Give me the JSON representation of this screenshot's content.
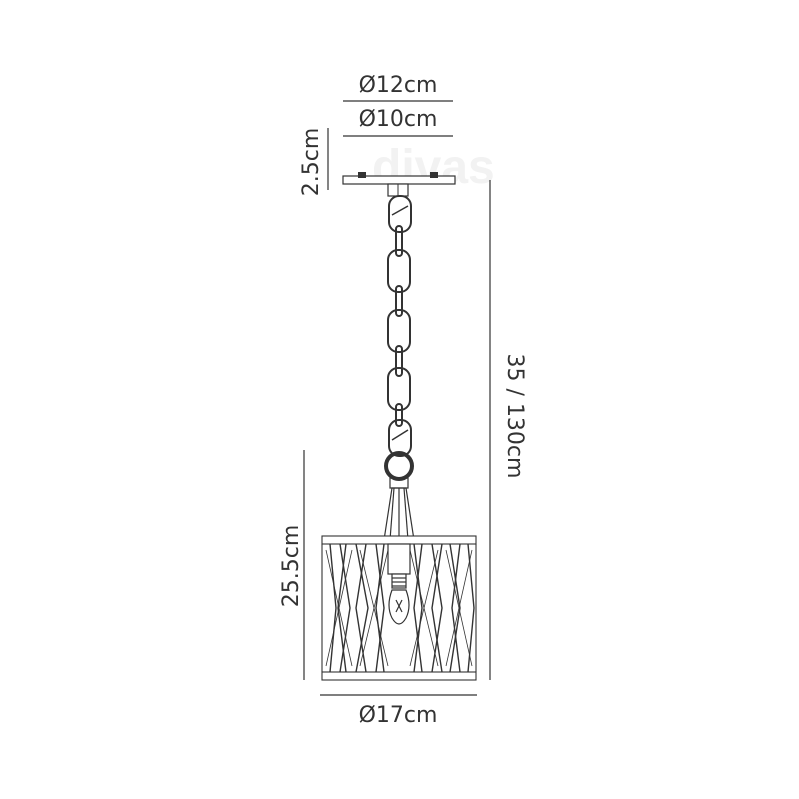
{
  "watermark": "divas",
  "dimensions": {
    "canopy_outer_diameter": "Ø12cm",
    "canopy_inner_diameter": "Ø10cm",
    "canopy_height": "2.5cm",
    "overall_height": "35 / 130cm",
    "shade_height": "25.5cm",
    "shade_diameter": "Ø17cm"
  },
  "colors": {
    "line": "#333333",
    "guide": "#777777",
    "watermark": "#f2f2f2"
  }
}
